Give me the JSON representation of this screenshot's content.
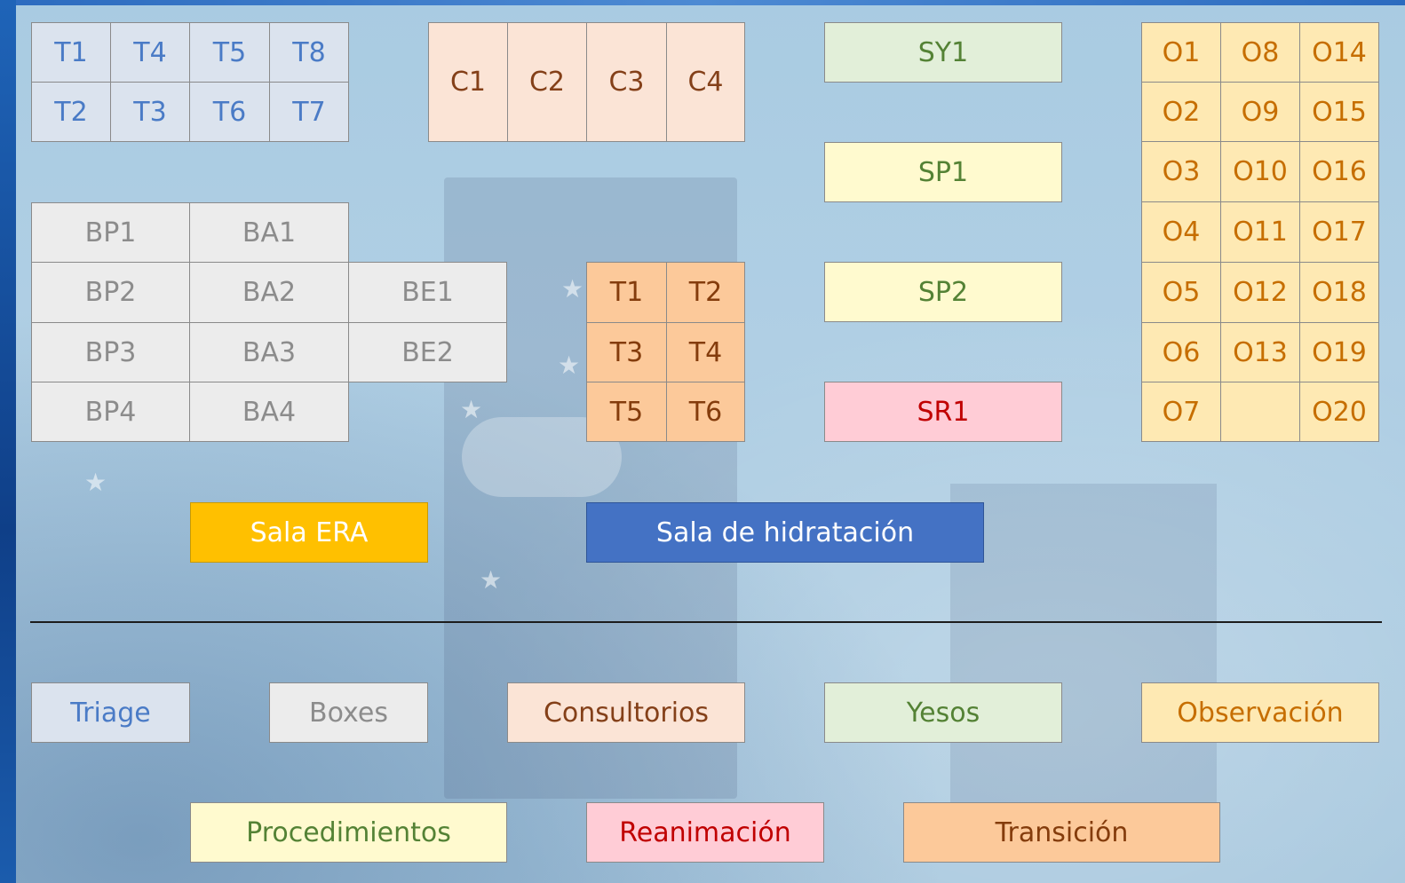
{
  "triage": [
    "T1",
    "T4",
    "T5",
    "T8",
    "T2",
    "T3",
    "T6",
    "T7"
  ],
  "consultorios": [
    "C1",
    "C2",
    "C3",
    "C4"
  ],
  "yesos": [
    "SY1"
  ],
  "procedimientos": [
    "SP1",
    "SP2"
  ],
  "reanimacion": [
    "SR1"
  ],
  "boxes": {
    "bp": [
      "BP1",
      "BP2",
      "BP3",
      "BP4"
    ],
    "ba": [
      "BA1",
      "BA2",
      "BA3",
      "BA4"
    ],
    "be": [
      "BE1",
      "BE2"
    ]
  },
  "transicion": [
    "T1",
    "T2",
    "T3",
    "T4",
    "T5",
    "T6"
  ],
  "observacion": {
    "col1": [
      "O1",
      "O2",
      "O3",
      "O4",
      "O5",
      "O6",
      "O7"
    ],
    "col2": [
      "O8",
      "O9",
      "O10",
      "O11",
      "O12",
      "O13",
      ""
    ],
    "col3": [
      "O14",
      "O15",
      "O16",
      "O17",
      "O18",
      "O19",
      "O20"
    ]
  },
  "salas": {
    "era": "Sala ERA",
    "hidratacion": "Sala de hidratación"
  },
  "legend": {
    "triage": "Triage",
    "boxes": "Boxes",
    "consultorios": "Consultorios",
    "yesos": "Yesos",
    "observacion": "Observación",
    "procedimientos": "Procedimientos",
    "reanimacion": "Reanimación",
    "transicion": "Transición"
  },
  "colors": {
    "triage": "#dbe3ee",
    "boxes": "#ececec",
    "consultorios": "#fbe4d6",
    "yesos": "#e2efd9",
    "procedimientos": "#fffacf",
    "reanimacion": "#ffccd6",
    "transicion": "#fcc99a",
    "observacion": "#fee9b3",
    "sala_era": "#ffc000",
    "sala_hidratacion": "#4472c4"
  }
}
